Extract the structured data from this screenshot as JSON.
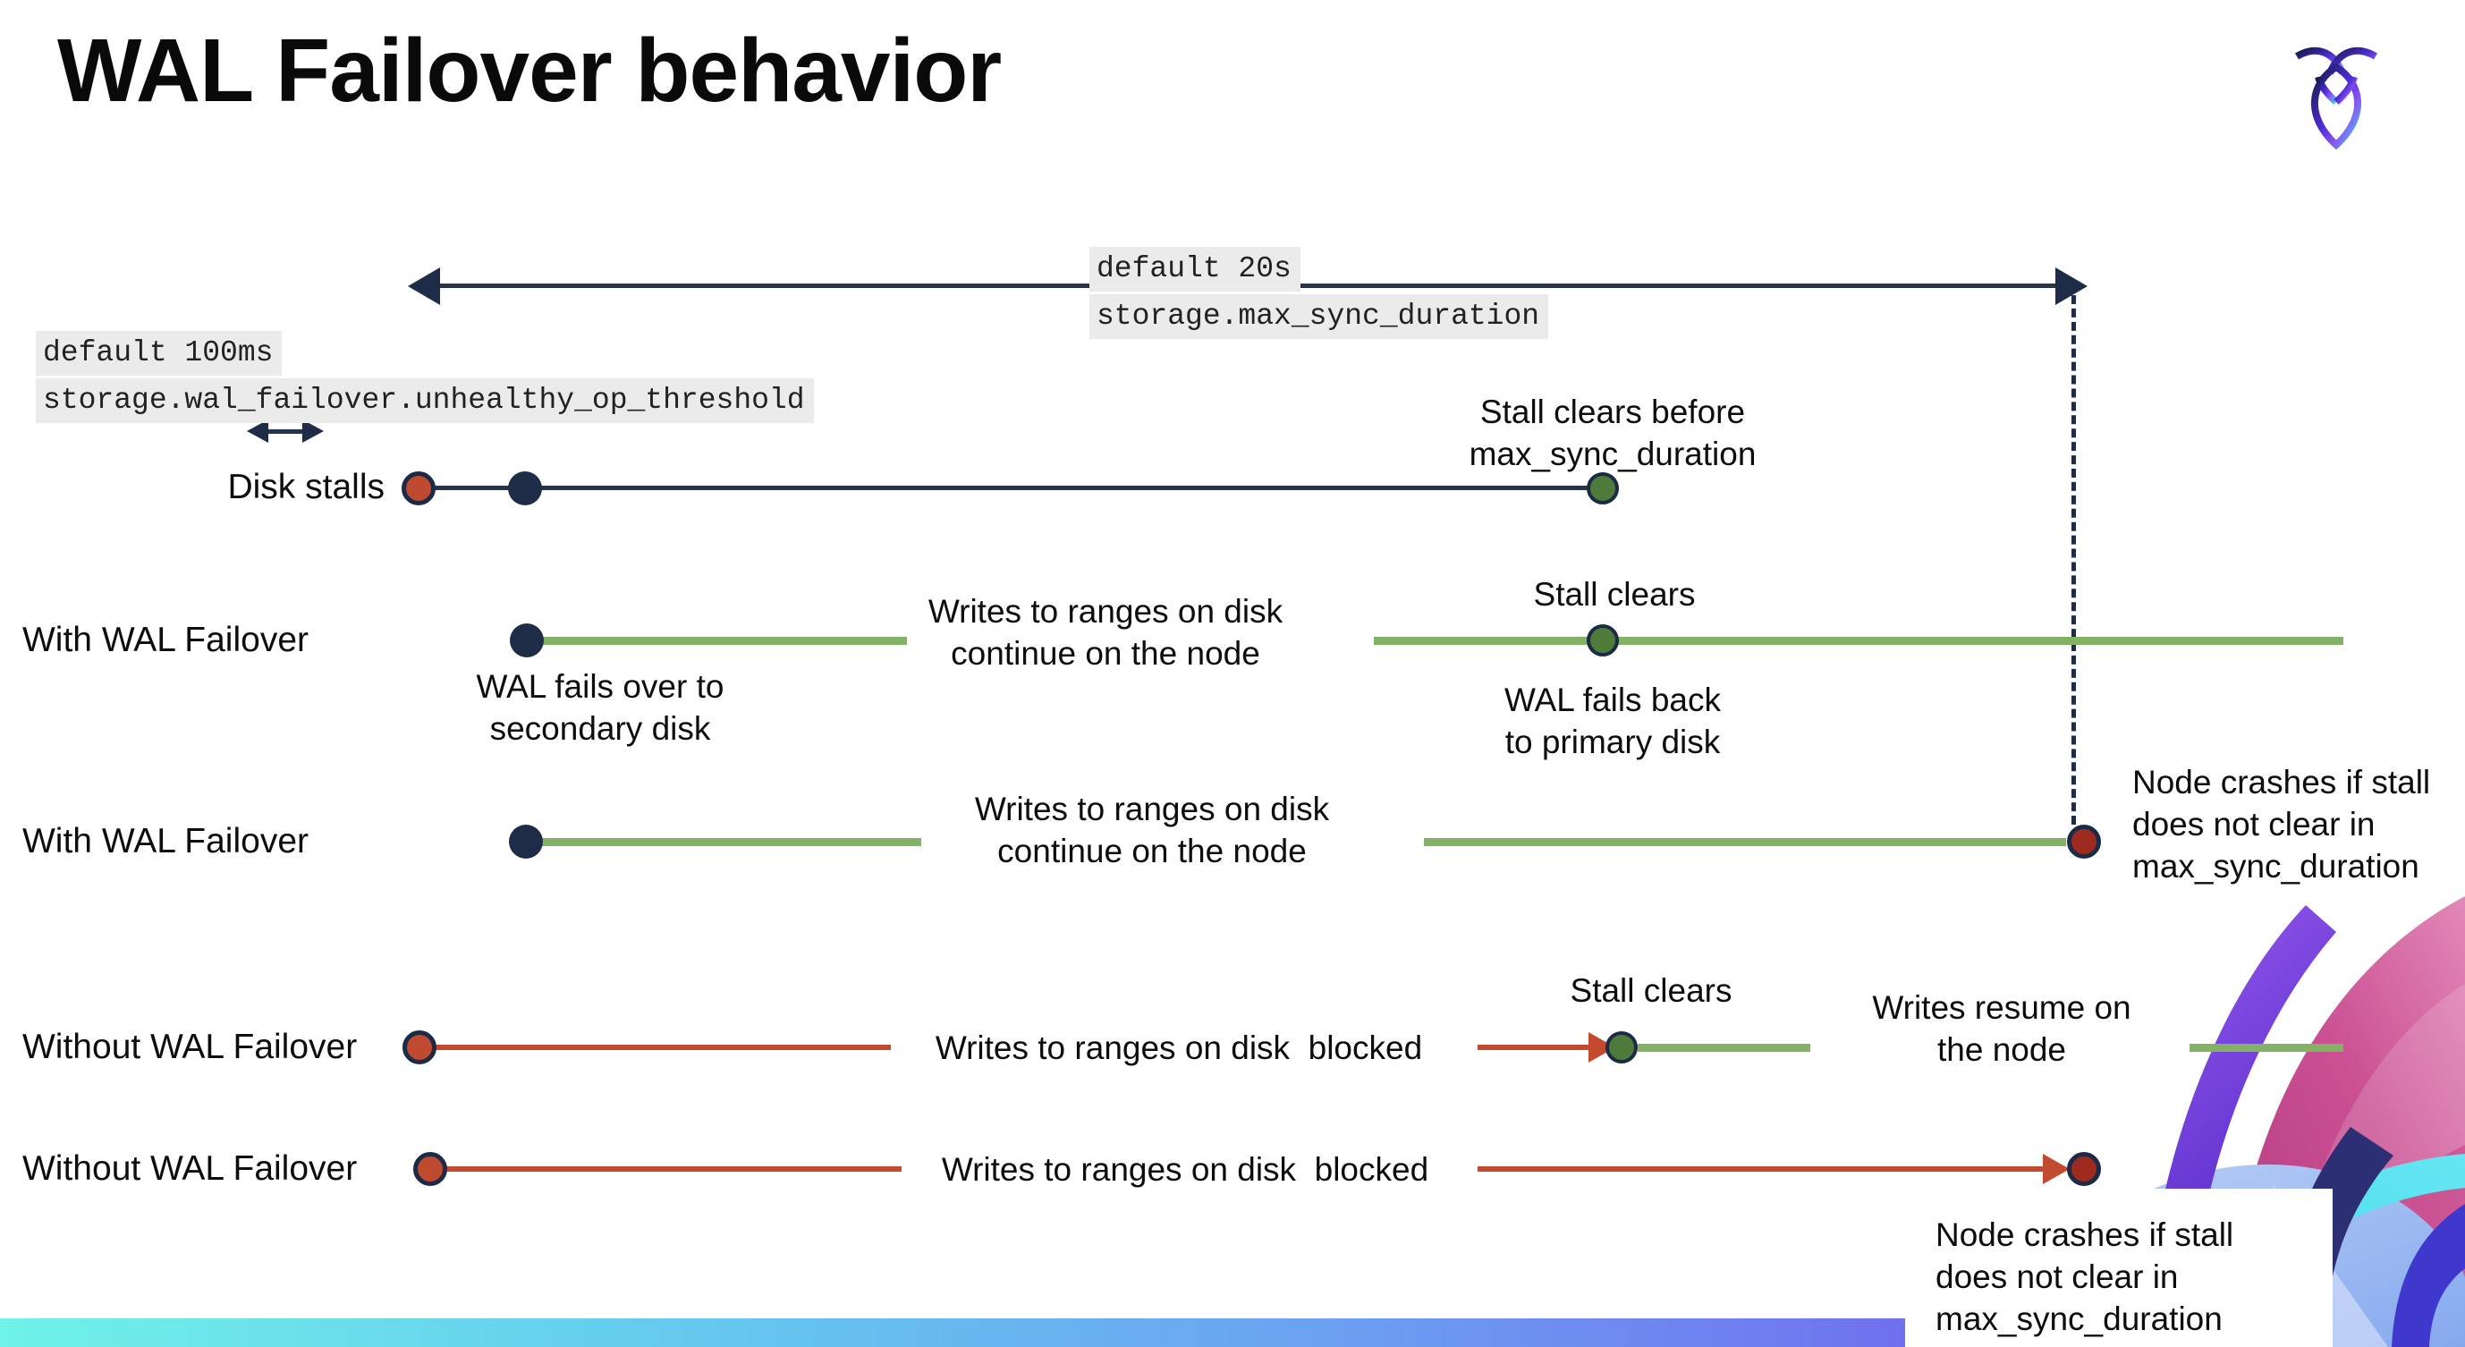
{
  "slide": {
    "title": "WAL Failover behavior"
  },
  "settings": {
    "max_sync_duration": {
      "default_label": "default 20s",
      "setting_name": "storage.max_sync_duration"
    },
    "unhealthy_op_threshold": {
      "default_label": "default 100ms",
      "setting_name": "storage.wal_failover.unhealthy_op_threshold"
    }
  },
  "rows": {
    "disk_stalls": {
      "label": "Disk stalls",
      "stall_clears_note": "Stall clears before\nmax_sync_duration"
    },
    "with_wal_failover_1": {
      "label": "With WAL Failover",
      "failover_note": "WAL fails over to\nsecondary disk",
      "writes_note": "Writes to ranges on disk\ncontinue on the node",
      "stall_clears": "Stall clears",
      "failback_note": "WAL fails  back\nto primary disk"
    },
    "with_wal_failover_2": {
      "label": "With WAL Failover",
      "writes_note": "Writes to ranges on disk\ncontinue on the node",
      "crash_note": "Node crashes if stall\ndoes not clear in\nmax_sync_duration"
    },
    "without_wal_failover_1": {
      "label": "Without WAL Failover",
      "writes_note": "Writes to ranges on disk  blocked",
      "stall_clears": "Stall clears",
      "resume_note": "Writes resume on\nthe node"
    },
    "without_wal_failover_2": {
      "label": "Without WAL Failover",
      "writes_note": "Writes to ranges on disk  blocked",
      "crash_note": "Node crashes if stall\ndoes not clear in\nmax_sync_duration"
    }
  },
  "colors": {
    "navy": "#1e2c47",
    "brick_red": "#bf4a30",
    "dark_red": "#9e2b1f",
    "green_dot": "#4e7b39",
    "green_line": "#83b264",
    "red_line": "#c24b2f",
    "setting_bg": "#ebebeb"
  }
}
